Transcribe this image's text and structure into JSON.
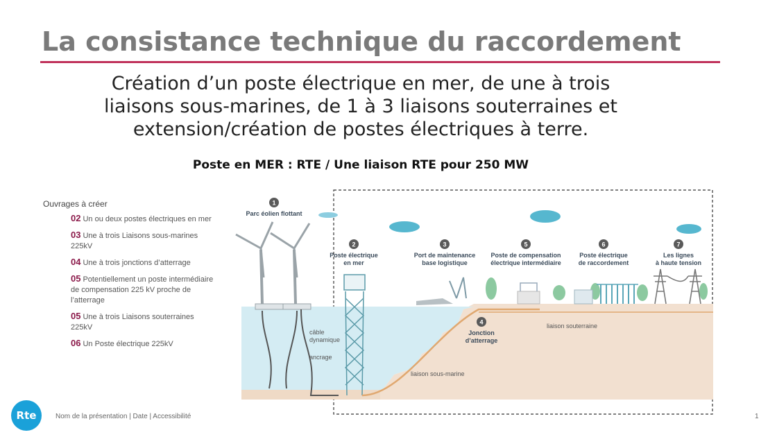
{
  "title": "La consistance technique du raccordement",
  "subtitle_lines": [
    "Création d’un poste électrique en mer, de une à trois",
    "liaisons sous-marines, de 1 à 3 liaisons souterraines et",
    "extension/création de postes électriques à terre."
  ],
  "heading2": "Poste en MER : RTE / Une liaison RTE pour 250 MW",
  "sidebar": {
    "heading": "Ouvrages à créer",
    "items": [
      {
        "num": "02",
        "text": "Un ou deux postes électriques en mer"
      },
      {
        "num": "03",
        "text": "Une à trois Liaisons sous-marines 225kV"
      },
      {
        "num": "04",
        "text": "Une à trois jonctions d’atterrage"
      },
      {
        "num": "05",
        "text": "Potentiellement un poste intermédiaire de compensation 225 kV proche de l’atterrage"
      },
      {
        "num": "05",
        "text": "Une à trois Liaisons souterraines 225kV"
      },
      {
        "num": "06",
        "text": "Un Poste électrique 225kV"
      }
    ]
  },
  "diagram": {
    "steps": [
      {
        "num": "1",
        "line1": "Parc éolien flottant",
        "line2": ""
      },
      {
        "num": "2",
        "line1": "Poste électrique",
        "line2": "en mer"
      },
      {
        "num": "3",
        "line1": "Port de maintenance",
        "line2": "base logistique"
      },
      {
        "num": "4",
        "line1": "Jonction",
        "line2": "d’atterrage"
      },
      {
        "num": "5",
        "line1": "Poste de compensation",
        "line2": "électrique intermédiaire"
      },
      {
        "num": "6",
        "line1": "Poste électrique",
        "line2": "de raccordement"
      },
      {
        "num": "7",
        "line1": "Les lignes",
        "line2": "à haute tension"
      }
    ],
    "labels": {
      "cable1": "câble",
      "cable2": "dynamique",
      "ancrage": "ancrage",
      "submarine": "liaison sous-marine",
      "underground": "liaison souterraine"
    },
    "colors": {
      "sea": "#d4ecf3",
      "land": "#f2e0d0",
      "accent": "#8b1a4a",
      "cable": "#e0a870"
    }
  },
  "footer": {
    "logo_text": "Rte",
    "text": "Nom de la présentation | Date | Accessibilité",
    "page": "1"
  }
}
